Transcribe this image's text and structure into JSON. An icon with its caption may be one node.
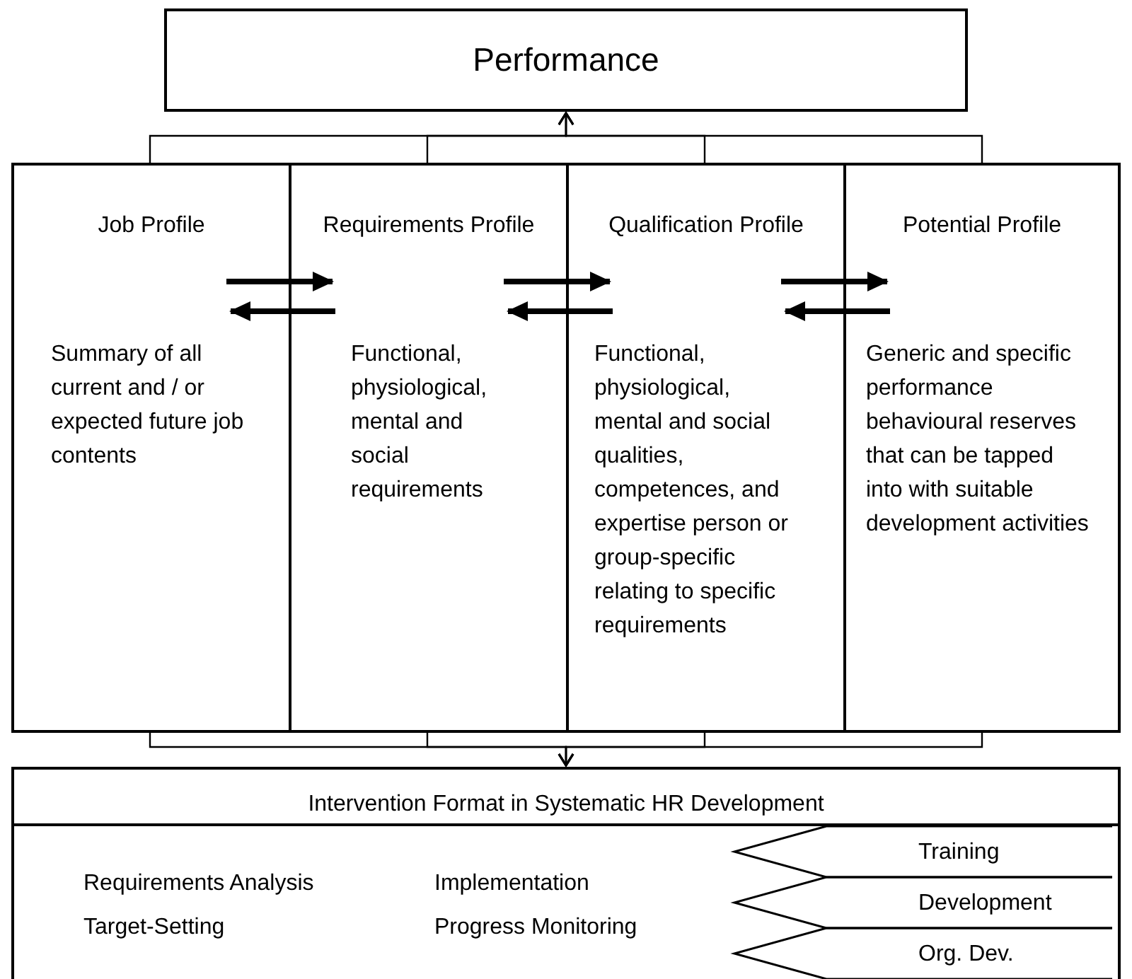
{
  "diagram": {
    "nodes": [
      {
        "text": [
          "Performance"
        ]
      },
      {
        "text": [
          "Job Profile",
          "Summary of all current and / or expected future job contents"
        ]
      },
      {
        "text": [
          "Requirements Profile",
          "Functional, physiological, mental and social requirements"
        ]
      },
      {
        "text": [
          "Qualification Profile",
          "Functional, physiological, mental and social qualities, competences, and expertise person or group-specific relating to specific requirements"
        ]
      },
      {
        "text": [
          "Potential Profile",
          "Generic and specific performance behavioural reserves that can be tapped into with suitable development activities"
        ]
      },
      {
        "text": [
          "Intervention Format in Systematic HR Development",
          "Requirements Analysis",
          "Implementation",
          "Target-Setting",
          "Progress Monitoring"
        ]
      },
      {
        "text": [
          "Training"
        ],
        "in": 5
      },
      {
        "text": [
          "Development"
        ],
        "in": 5
      },
      {
        "text": [
          "Org. Dev."
        ],
        "in": 5
      }
    ],
    "edges": [
      {
        "from": 1,
        "to": 0,
        "arrow": "to"
      },
      {
        "from": 2,
        "to": 0,
        "arrow": "to"
      },
      {
        "from": 3,
        "to": 0,
        "arrow": "to"
      },
      {
        "from": 4,
        "to": 0,
        "arrow": "to"
      },
      {
        "from": 1,
        "to": 5,
        "arrow": "to"
      },
      {
        "from": 2,
        "to": 5,
        "arrow": "to"
      },
      {
        "from": 3,
        "to": 5,
        "arrow": "to"
      },
      {
        "from": 4,
        "to": 5,
        "arrow": "to"
      },
      {
        "from": 1,
        "to": 2,
        "arrow": "to",
        "style": "thick"
      },
      {
        "from": 2,
        "to": 1,
        "arrow": "to",
        "style": "thick"
      },
      {
        "from": 2,
        "to": 3,
        "arrow": "to",
        "style": "thick"
      },
      {
        "from": 3,
        "to": 2,
        "arrow": "to",
        "style": "thick"
      },
      {
        "from": 3,
        "to": 4,
        "arrow": "to",
        "style": "thick"
      },
      {
        "from": 4,
        "to": 3,
        "arrow": "to",
        "style": "thick"
      }
    ]
  }
}
